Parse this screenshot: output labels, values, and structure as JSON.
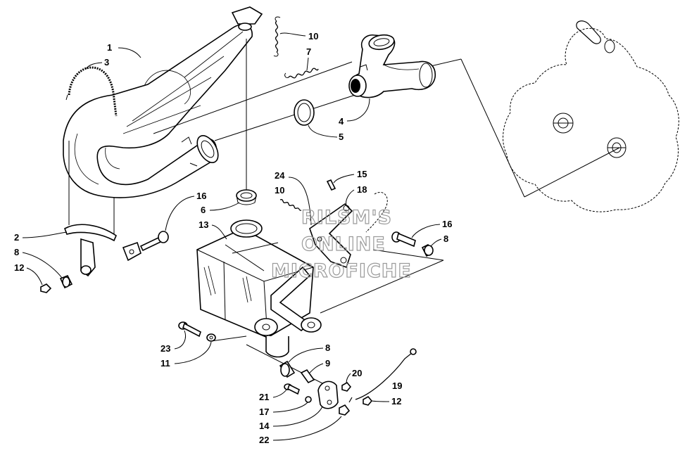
{
  "diagram": {
    "callouts": [
      {
        "id": "c1",
        "label": "1"
      },
      {
        "id": "c3",
        "label": "3"
      },
      {
        "id": "c10a",
        "label": "10"
      },
      {
        "id": "c7",
        "label": "7"
      },
      {
        "id": "c4",
        "label": "4"
      },
      {
        "id": "c5",
        "label": "5"
      },
      {
        "id": "c24",
        "label": "24"
      },
      {
        "id": "c15",
        "label": "15"
      },
      {
        "id": "c10b",
        "label": "10"
      },
      {
        "id": "c18",
        "label": "18"
      },
      {
        "id": "c16a",
        "label": "16"
      },
      {
        "id": "c6",
        "label": "6"
      },
      {
        "id": "c13",
        "label": "13"
      },
      {
        "id": "c2",
        "label": "2"
      },
      {
        "id": "c8a",
        "label": "8"
      },
      {
        "id": "c12a",
        "label": "12"
      },
      {
        "id": "c16b",
        "label": "16"
      },
      {
        "id": "c8b",
        "label": "8"
      },
      {
        "id": "c23",
        "label": "23"
      },
      {
        "id": "c11",
        "label": "11"
      },
      {
        "id": "c8c",
        "label": "8"
      },
      {
        "id": "c9",
        "label": "9"
      },
      {
        "id": "c20",
        "label": "20"
      },
      {
        "id": "c19",
        "label": "19"
      },
      {
        "id": "c21",
        "label": "21"
      },
      {
        "id": "c17",
        "label": "17"
      },
      {
        "id": "c12b",
        "label": "12"
      },
      {
        "id": "c14",
        "label": "14"
      },
      {
        "id": "c22",
        "label": "22"
      }
    ],
    "watermark": {
      "line1": "RILSM'S",
      "line2": "ONLINE",
      "line3": "MICROFICHE"
    }
  }
}
